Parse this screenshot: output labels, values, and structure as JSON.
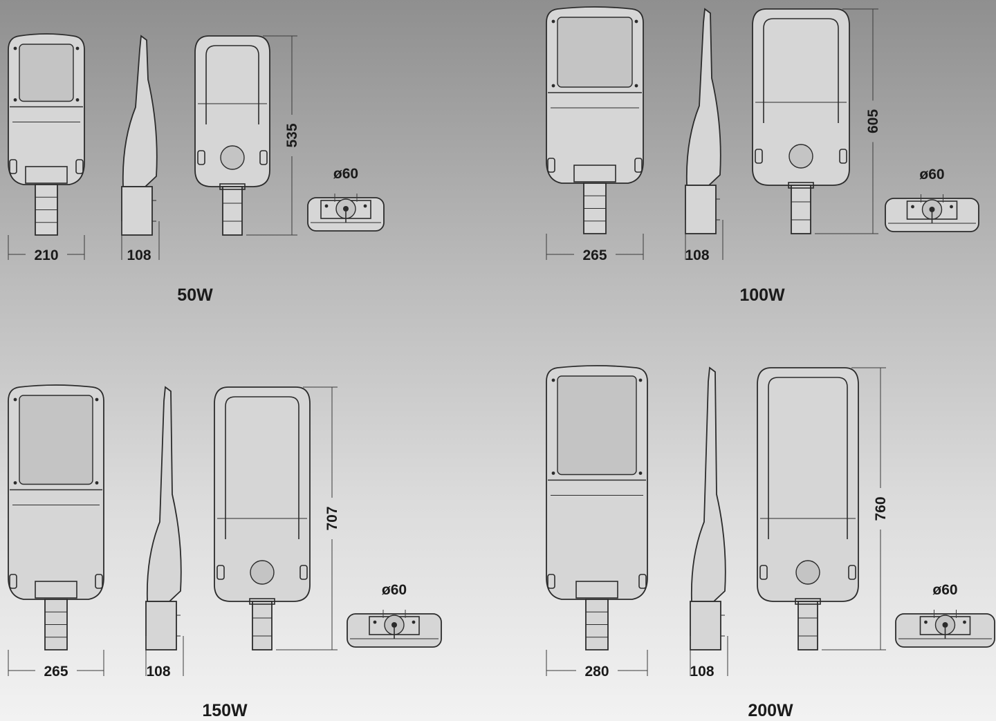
{
  "variants": [
    {
      "id": "50w",
      "label": "50W",
      "width": "210",
      "depth": "108",
      "height": "535",
      "pipe": "ø60"
    },
    {
      "id": "100w",
      "label": "100W",
      "width": "265",
      "depth": "108",
      "height": "605",
      "pipe": "ø60"
    },
    {
      "id": "150w",
      "label": "150W",
      "width": "265",
      "depth": "108",
      "height": "707",
      "pipe": "ø60"
    },
    {
      "id": "200w",
      "label": "200W",
      "width": "280",
      "depth": "108",
      "height": "760",
      "pipe": "ø60"
    }
  ]
}
